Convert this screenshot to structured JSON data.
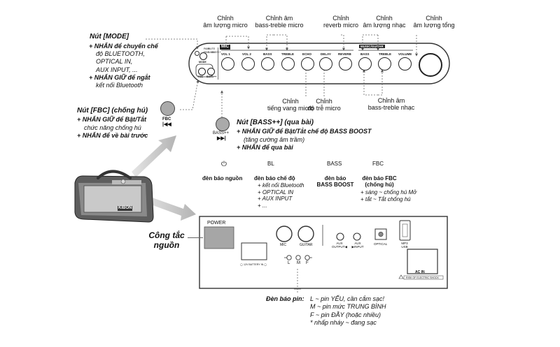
{
  "top_panel": {
    "labels": [
      "MIC",
      "VOL 1",
      "VOL 2",
      "BASS",
      "TREBLE",
      "ECHO",
      "DELAY",
      "REVERB",
      "MUSIC/GUITAR",
      "BASS",
      "TREBLE",
      "VOLUME",
      "MODE",
      "FBC",
      "BASS++",
      "PAIR",
      "MUTE",
      "FBC",
      "BASS",
      "BASS++"
    ]
  },
  "callouts_top": [
    {
      "line1": "Chỉnh",
      "line2": "âm lượng micro"
    },
    {
      "line1": "Chỉnh âm",
      "line2": "bass-treble micro"
    },
    {
      "line1": "Chỉnh",
      "line2": "reverb micro"
    },
    {
      "line1": "Chỉnh",
      "line2": "âm lượng nhạc"
    },
    {
      "line1": "Chỉnh",
      "line2": "âm lượng tổng"
    }
  ],
  "callouts_bottom": [
    {
      "line1": "Chỉnh",
      "line2": "tiếng vang micro"
    },
    {
      "line1": "Chỉnh",
      "line2": "độ trễ micro"
    },
    {
      "line1": "Chỉnh âm",
      "line2": "bass-treble nhạc"
    }
  ],
  "mode": {
    "title": "Nút [MODE]",
    "lines": [
      "+ NHẤN để chuyển chế",
      "độ BLUETOOTH,",
      "OPTICAL IN,",
      "AUX INPUT, ...",
      "+ NHẤN GIỮ để ngắt",
      "kết nối Bluetooth"
    ]
  },
  "fbc": {
    "title": "Nút [FBC] (chống hú)",
    "lines": [
      "+ NHẤN GIỮ để Bật/Tắt",
      "chức năng chống hú",
      "+ NHẤN để về bài trước"
    ],
    "button_label": "FBC",
    "button_icon": "|◀◀"
  },
  "bass_btn": {
    "button_label": "BASS++",
    "button_icon": "▶▶|",
    "title": "Nút [BASS++] (qua bài)",
    "lines": [
      "+ NHẤN GIỮ để Bật/Tắt chế độ BASS BOOST",
      "(tăng cường âm trầm)",
      "+ NHẤN để qua bài"
    ]
  },
  "indicators": [
    {
      "symbol": "⏻",
      "title": "đèn báo nguồn",
      "details": []
    },
    {
      "symbol": "BL",
      "title": "đèn báo chế độ",
      "details": [
        "+ kết nối Bluetooth",
        "+ OPTICAL IN",
        "+ AUX INPUT",
        "+ ..."
      ]
    },
    {
      "symbol": "BASS",
      "title": "đèn báo\nBASS BOOST",
      "details": []
    },
    {
      "symbol": "FBC",
      "title": "đèn báo FBC\n(chống hú)",
      "details": [
        "+ sáng ~ chống hú Mở",
        "+ tắt ~ Tắt chống hú"
      ]
    }
  ],
  "power_switch": {
    "title": "Công tắc\nnguồn"
  },
  "rear_panel": {
    "power": "POWER",
    "mic": "MIC",
    "guitar": "GUITAR",
    "aux_output": "AUX\nOUTPUT◀",
    "aux_input": "AUX\n▶INPUT",
    "optical": "OPTICAL",
    "mp3_usb": "MP3\nUSB",
    "battery": "◯ 12V BATTERY IN ◯",
    "lmf": [
      "L",
      "M",
      "F"
    ],
    "ac_in": "AC IN",
    "warning": "RISK OF ELECTRIC SHOCK"
  },
  "battery": {
    "title": "Đèn báo pin:",
    "lines": [
      "L ~ pin YẾU, cần cắm sạc!",
      "M ~ pin mức TRUNG BÌNH",
      "F ~ pin ĐẦY (hoặc nhiều)",
      "* nhấp nháy ~ đang sạc"
    ]
  },
  "speaker_logo": "KIBON"
}
